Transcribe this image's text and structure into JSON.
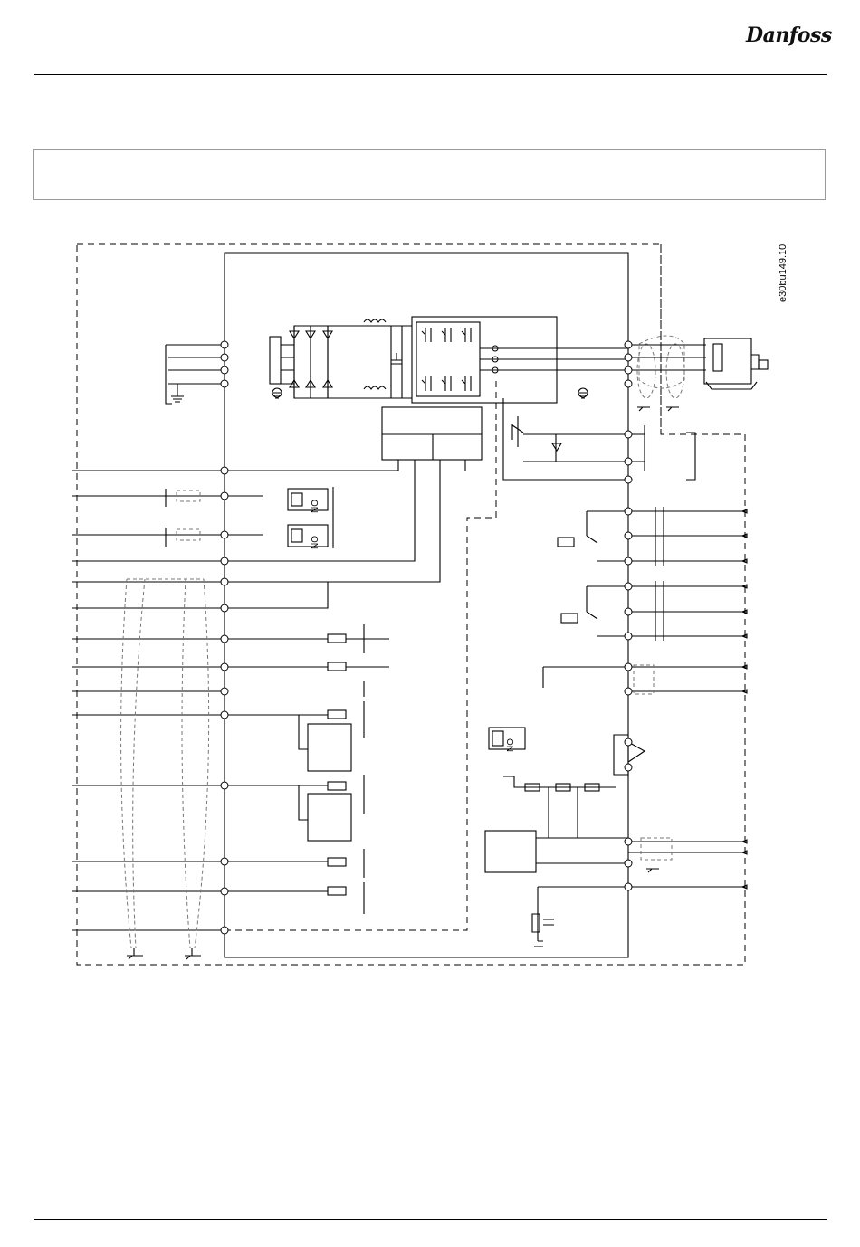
{
  "header": {
    "brand": "Danfoss"
  },
  "caption": {
    "text": ""
  },
  "diagram": {
    "code": "e30bu149.10",
    "switch_labels": [
      "ON",
      "ON",
      "ON"
    ]
  }
}
